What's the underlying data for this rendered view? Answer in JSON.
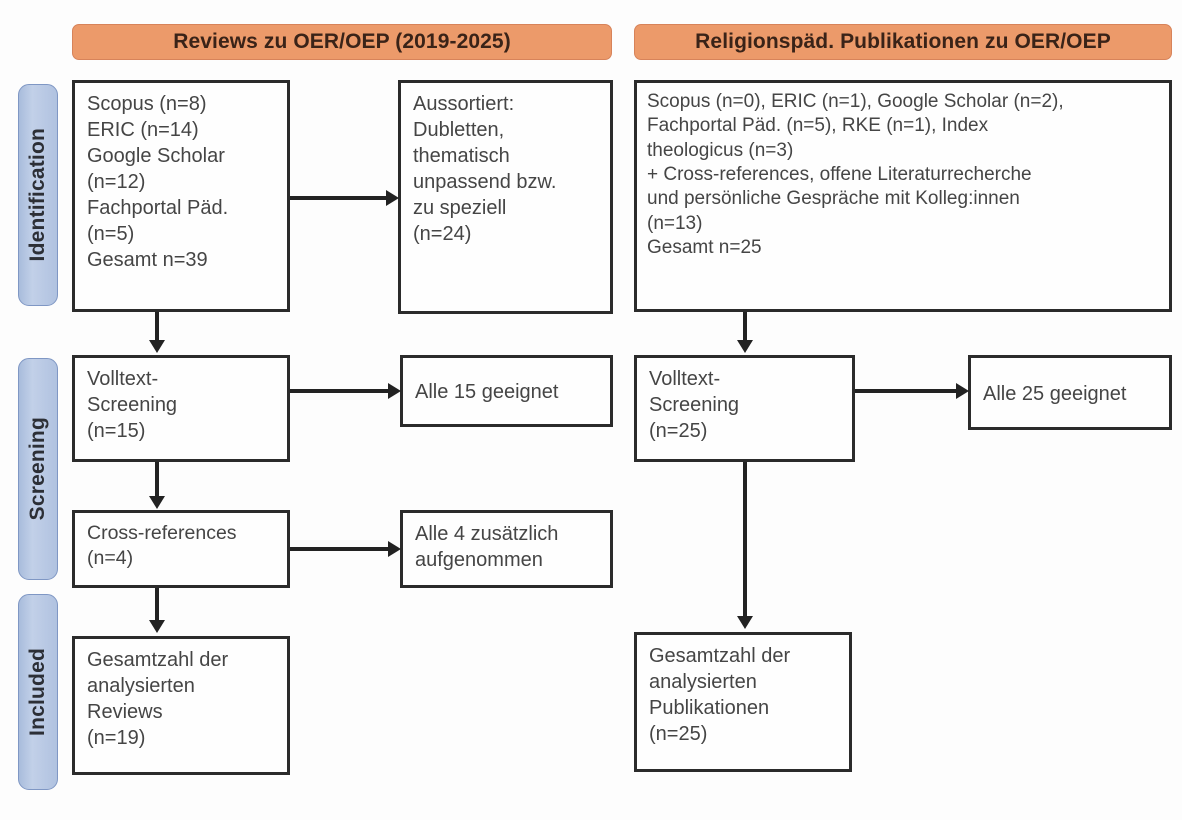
{
  "diagram": {
    "type": "prisma-flow-diagram",
    "title_left": "Reviews zu OER/OEP (2019-2025)",
    "title_right": "Religionspäd. Publikationen zu OER/OEP",
    "colors": {
      "header_pill": "#EC9A6A",
      "phase_bar": "#B0C2E0",
      "box_border": "#2B2B2B",
      "text": "#454545",
      "background": "#FDFDFD"
    }
  },
  "phases": [
    {
      "label": "Identification"
    },
    {
      "label": "Screening"
    },
    {
      "label": "Included"
    }
  ],
  "columns": {
    "left": {
      "header": "Reviews zu OER/OEP (2019-2025)",
      "identification_box": "Scopus (n=8)\nERIC (n=14)\nGoogle Scholar\n(n=12)\nFachportal Päd.\n(n=5)\nGesamt n=39",
      "excluded_box": "Aussortiert:\nDubletten,\nthematisch\nunpassend bzw.\nzu speziell\n(n=24)",
      "screening_box": "Volltext-\nScreening\n(n=15)",
      "screening_result_box": "Alle 15 geeignet",
      "crossref_box": "Cross-references\n(n=4)",
      "crossref_result_box": "Alle 4 zusätzlich\naufgenommen",
      "included_box": "Gesamtzahl der\nanalysierten\nReviews\n(n=19)"
    },
    "right": {
      "header": "Religionspäd. Publikationen zu OER/OEP",
      "identification_box": "Scopus (n=0), ERIC (n=1), Google Scholar (n=2),\nFachportal Päd. (n=5), RKE (n=1), Index\ntheologicus (n=3)\n+ Cross-references, offene Literaturrecherche\nund persönliche Gespräche mit Kolleg:innen\n(n=13)\nGesamt n=25",
      "screening_box": "Volltext-\nScreening\n(n=25)",
      "screening_result_box": "Alle 25 geeignet",
      "included_box": "Gesamtzahl der\nanalysierten\nPublikationen\n(n=25)"
    }
  },
  "counts": {
    "left_scopus": 8,
    "left_eric": 14,
    "left_google_scholar": 12,
    "left_fachportal": 5,
    "left_total": 39,
    "left_excluded": 24,
    "left_fulltext_screening": 15,
    "left_crossrefs": 4,
    "left_included": 19,
    "right_scopus": 0,
    "right_eric": 1,
    "right_google_scholar": 2,
    "right_fachportal": 5,
    "right_rke": 1,
    "right_index_theologicus": 3,
    "right_additional": 13,
    "right_total": 25,
    "right_fulltext_screening": 25,
    "right_included": 25
  }
}
